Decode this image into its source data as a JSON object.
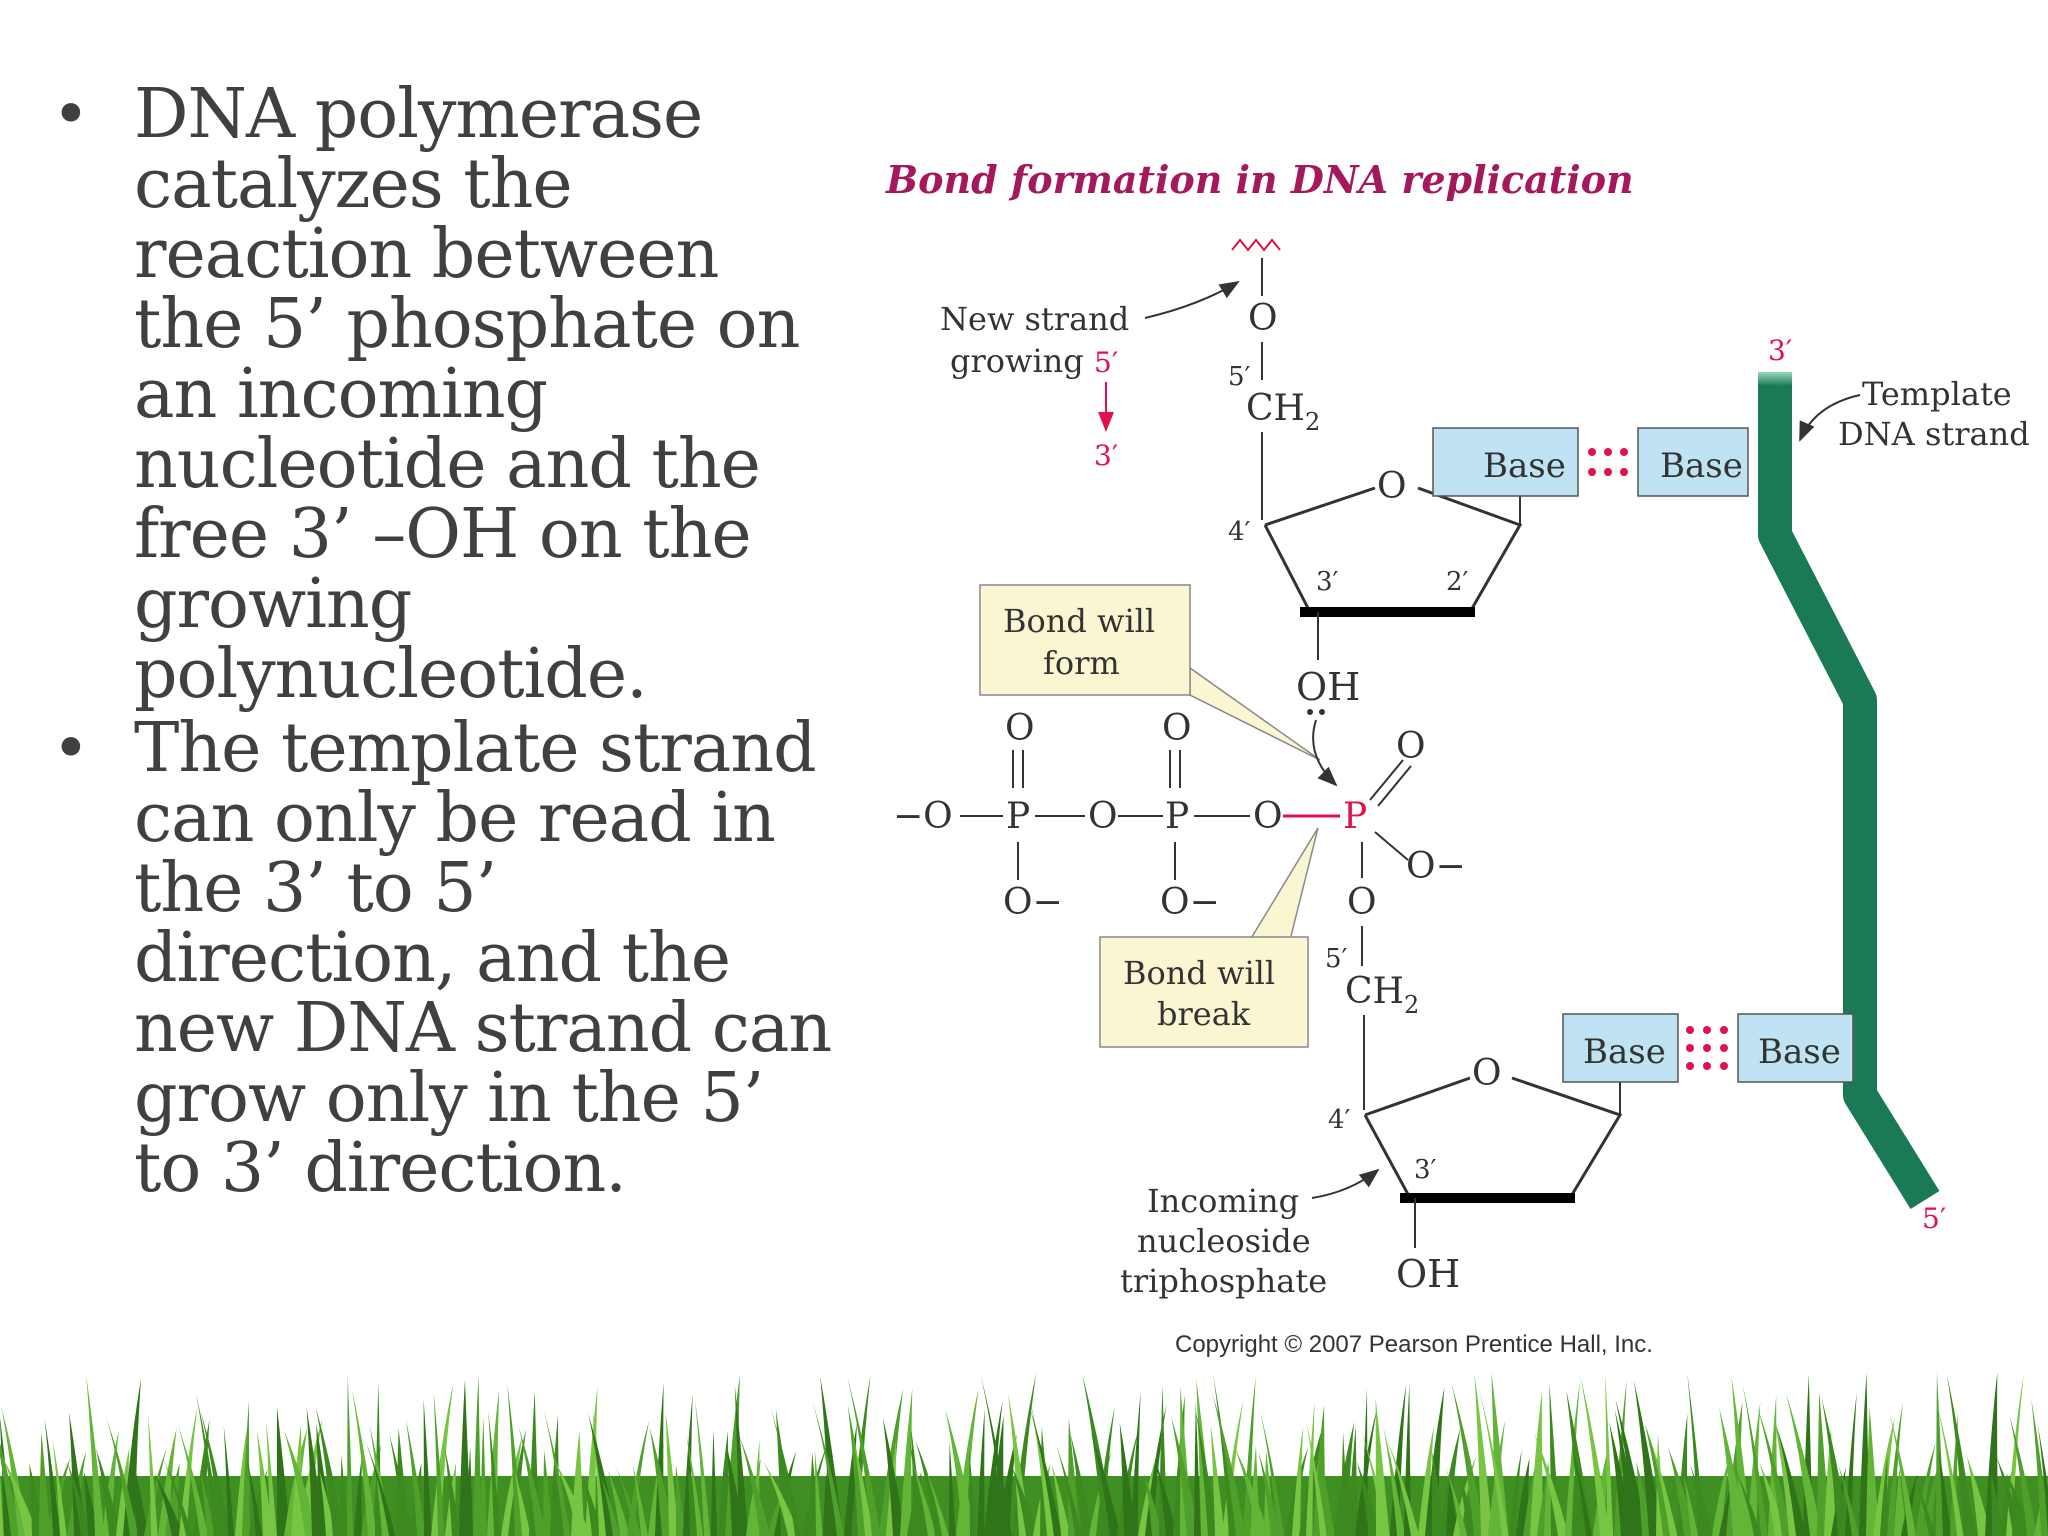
{
  "slide": {
    "bullets": [
      "DNA polymerase catalyzes the reaction between the 5’ phosphate on an incoming nucleotide and the free 3’ –OH on the growing polynucleotide.",
      "The template strand can only be read in the 3’ to 5’ direction, and the new DNA strand can grow only in the 5’ to 3’ direction."
    ],
    "bullet_glyph": "•"
  },
  "diagram": {
    "title": "Bond formation in DNA replication",
    "labels": {
      "new_strand_1": "New strand",
      "new_strand_2": "growing",
      "five_prime": "5′",
      "three_prime": "3′",
      "template_1": "Template",
      "template_2": "DNA strand",
      "bond_form_1": "Bond will",
      "bond_form_2": "form",
      "bond_break_1": "Bond will",
      "bond_break_2": "break",
      "incoming_1": "Incoming",
      "incoming_2": "nucleoside",
      "incoming_3": "triphosphate",
      "copyright": "Copyright © 2007 Pearson Prentice Hall, Inc."
    },
    "atoms": {
      "O": "O",
      "O_minus": "O−",
      "minus_O": "−O",
      "P": "P",
      "CH": "CH",
      "sub2": "2",
      "OH": "OH",
      "base": "Base",
      "four_prime": "4′",
      "two_prime": "2′"
    },
    "colors": {
      "title": "#a3195b",
      "accent_red": "#e0114b",
      "template_strand": "#1a7a55",
      "base_box": "#bfe3f2",
      "callout_box": "#fbf6d2",
      "text": "#404040",
      "grass": "#4fa02b"
    }
  }
}
